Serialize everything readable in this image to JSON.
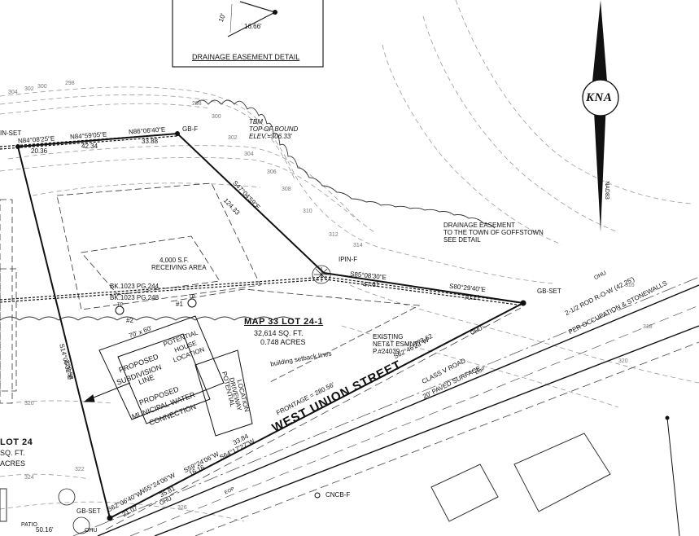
{
  "detail": {
    "dim_a": "10'",
    "dim_b": "16.66'",
    "title": "DRAINAGE EASEMENT DETAIL"
  },
  "north_arrow": {
    "logo": "KNA",
    "datum": "NAD83"
  },
  "tbm": {
    "line1": "TBM",
    "line2": "TOP OF BOUND",
    "line3": "ELEV.=306.33'"
  },
  "bounds": [
    {
      "text": "GB-F"
    },
    {
      "text": "GB-SET"
    },
    {
      "text": "GB-SET"
    },
    {
      "text": "IPIN-F"
    },
    {
      "text": "CNCB-F"
    },
    {
      "text": "IN-SET"
    }
  ],
  "bearings": [
    {
      "text": "N84°08'25\"E"
    },
    {
      "text": "20.36"
    },
    {
      "text": "N84°59'05\"E"
    },
    {
      "text": "42.34"
    },
    {
      "text": "N86°06'40\"E"
    },
    {
      "text": "33.88"
    },
    {
      "text": "S47°04'59\"E"
    },
    {
      "text": "124.33"
    },
    {
      "text": "S85°08'30\"E"
    },
    {
      "text": "47.61"
    },
    {
      "text": "S80°29'40\"E"
    },
    {
      "text": "70.21"
    },
    {
      "text": "S14°05'32\"E"
    },
    {
      "text": "229.58"
    },
    {
      "text": "S62°46'23\"W"
    },
    {
      "text": "173.62"
    },
    {
      "text": "S64°17'27\"W"
    },
    {
      "text": "33.84"
    },
    {
      "text": "S59°24'06\"W"
    },
    {
      "text": "16.16"
    },
    {
      "text": "N55°24'06\"W"
    },
    {
      "text": "35.81"
    },
    {
      "text": "S62°06'40\"W"
    },
    {
      "text": "21.07"
    }
  ],
  "easement": {
    "line1": "DRAINAGE EASEMENT",
    "line2": "TO THE TOWN OF GOFFSTOWN",
    "line3": "SEE DETAIL"
  },
  "receiving": {
    "line1": "4,000 S.F.",
    "line2": "RECEIVING AREA"
  },
  "book_refs": [
    {
      "text": "BK.1023 PG.244"
    },
    {
      "text": "BK.1023 PG.248"
    }
  ],
  "tp": [
    {
      "text": "TP",
      "num": "#2"
    },
    {
      "text": "TP",
      "num": "#1"
    }
  ],
  "lot": {
    "title": "MAP 33 LOT 24-1",
    "area_sf": "32,614 SQ. FT.",
    "area_ac": "0.748 ACRES",
    "frontage": "FRONTAGE = 280.56'",
    "setback": "building setback lines"
  },
  "house": {
    "line1": "POTENTIAL",
    "line2": "HOUSE",
    "line3": "LOCATION",
    "size": "70' x 60'"
  },
  "subdivision": {
    "line1": "PROPOSED",
    "line2": "SUBDIVISION",
    "line3": "LINE"
  },
  "water": {
    "line1": "PROPOSED",
    "line2": "MUNICIPAL WATER",
    "line3": "CONNECTION"
  },
  "driveway": {
    "line1": "POTENTIAL",
    "line2": "DRIVEWAY",
    "line3": "LOCATION"
  },
  "esmnt": {
    "line1": "EXISTING",
    "line2": "NET&T ESMNT.",
    "line3": "P.#24039"
  },
  "road": {
    "street": "WEST UNION STREET",
    "class": "CLASS V ROAD",
    "surface": "20' PAVED SURFACE",
    "row1": "2-1/2 ROD R-O-W (42.25')",
    "row2": "PER OCCUPATION & STONEWALLS",
    "ohu": "OHU",
    "eop": "EOP"
  },
  "neighbor": {
    "line1": "LOT 24",
    "line2": "SQ. FT.",
    "line3": "ACRES",
    "patio": "PATIO",
    "dim": "50.16'"
  },
  "contours": [
    {
      "text": "304"
    },
    {
      "text": "302"
    },
    {
      "text": "300"
    },
    {
      "text": "298"
    },
    {
      "text": "298"
    },
    {
      "text": "300"
    },
    {
      "text": "302"
    },
    {
      "text": "304"
    },
    {
      "text": "306"
    },
    {
      "text": "308"
    },
    {
      "text": "310"
    },
    {
      "text": "312"
    },
    {
      "text": "314"
    },
    {
      "text": "316"
    },
    {
      "text": "318"
    },
    {
      "text": "320"
    },
    {
      "text": "320"
    },
    {
      "text": "322"
    },
    {
      "text": "324"
    },
    {
      "text": "326"
    }
  ]
}
